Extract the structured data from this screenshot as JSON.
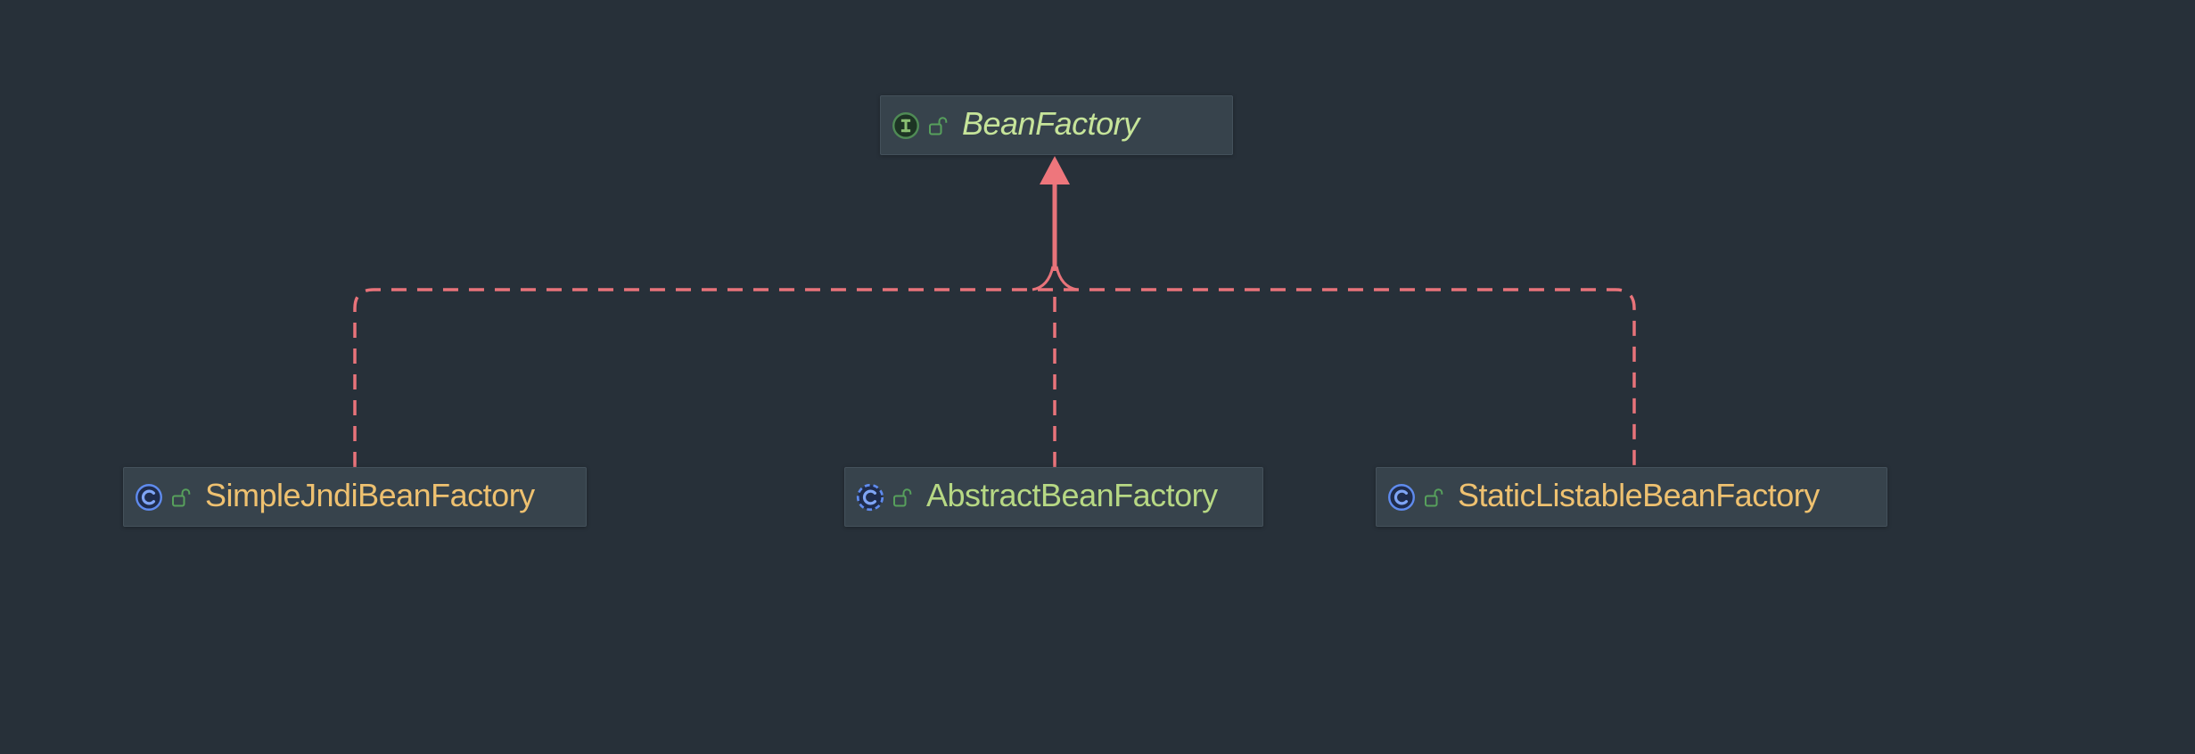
{
  "diagram": {
    "nodes": [
      {
        "id": "bean-factory",
        "label": "BeanFactory",
        "stereotype": "interface",
        "icon": "interface-icon",
        "lock": "unlocked-icon",
        "italic": true,
        "text_color": "#c6e49a"
      },
      {
        "id": "simple-jndi-bean-factory",
        "label": "SimpleJndiBeanFactory",
        "stereotype": "class",
        "icon": "class-icon",
        "lock": "unlocked-icon",
        "italic": false,
        "text_color": "#eec170"
      },
      {
        "id": "abstract-bean-factory",
        "label": "AbstractBeanFactory",
        "stereotype": "abstract-class",
        "icon": "abstract-class-icon",
        "lock": "unlocked-icon",
        "italic": false,
        "text_color": "#b7d884"
      },
      {
        "id": "static-listable-bean-factory",
        "label": "StaticListableBeanFactory",
        "stereotype": "class",
        "icon": "class-icon",
        "lock": "unlocked-icon",
        "italic": false,
        "text_color": "#eec170"
      }
    ],
    "edges": [
      {
        "from": "SimpleJndiBeanFactory",
        "to": "BeanFactory",
        "line": "dashed",
        "arrowhead": "filled-triangle"
      },
      {
        "from": "AbstractBeanFactory",
        "to": "BeanFactory",
        "line": "dashed",
        "arrowhead": "filled-triangle"
      },
      {
        "from": "StaticListableBeanFactory",
        "to": "BeanFactory",
        "line": "dashed",
        "arrowhead": "filled-triangle"
      }
    ],
    "colors": {
      "background": "#273039",
      "node_background": "#37434c",
      "node_border": "#44515b",
      "edge": "#e8737a",
      "interface_text": "#c6e49a",
      "class_text": "#eec170",
      "abstract_text": "#b7d884",
      "interface_icon_green": "#4f8b55",
      "class_icon_blue": "#5f8bee",
      "lock_icon_green": "#57a05c"
    }
  }
}
